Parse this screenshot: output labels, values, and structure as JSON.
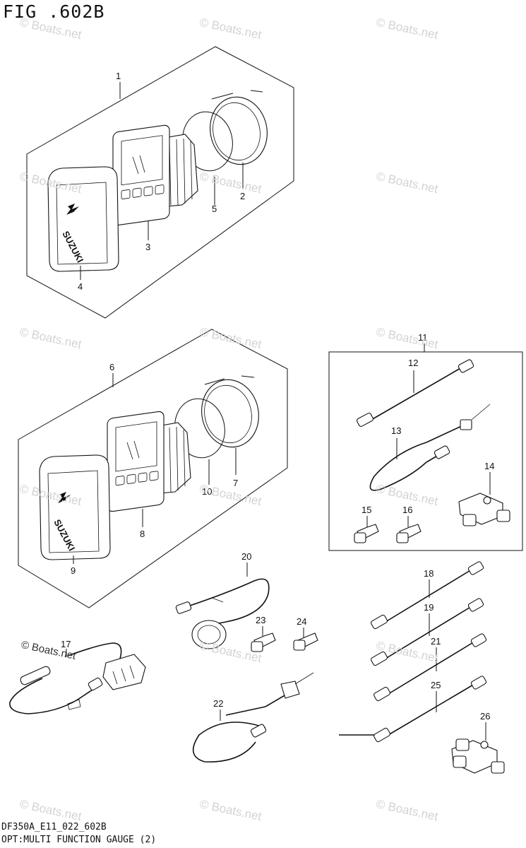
{
  "figure": {
    "title": "FIG .602B",
    "code": "DF350A_E11_022_602B",
    "caption": "OPT:MULTI FUNCTION GAUGE (2)"
  },
  "watermark": {
    "text": "© Boats.net"
  },
  "brand_logo_text": "SUZUKI",
  "callouts": {
    "c1": "1",
    "c2": "2",
    "c3": "3",
    "c4": "4",
    "c5": "5",
    "c6": "6",
    "c7": "7",
    "c8": "8",
    "c9": "9",
    "c10": "10",
    "c11": "11",
    "c12": "12",
    "c13": "13",
    "c14": "14",
    "c15": "15",
    "c16": "16",
    "c17": "17",
    "c18": "18",
    "c19": "19",
    "c20": "20",
    "c21": "21",
    "c22": "22",
    "c23": "23",
    "c24": "24",
    "c25": "25",
    "c26": "26"
  }
}
